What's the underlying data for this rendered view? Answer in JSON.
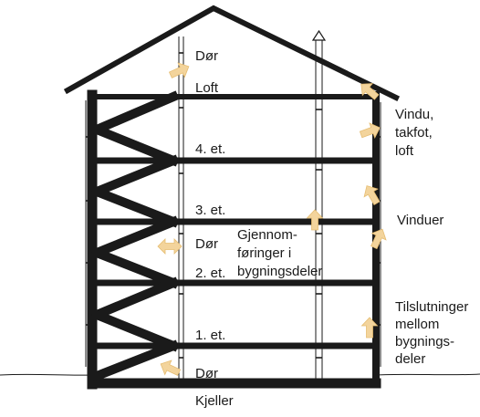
{
  "labels": {
    "dor_top": "Dør",
    "loft": "Loft",
    "fourth": "4. et.",
    "third": "3. et.",
    "dor_mid": "Dør",
    "second": "2. et.",
    "first": "1. et.",
    "dor_bottom": "Dør",
    "kjeller": "Kjeller",
    "vindu_1": "Vindu,",
    "vindu_2": "takfot,",
    "vindu_3": "loft",
    "vinduer": "Vinduer",
    "gjennom_1": "Gjennom-",
    "gjennom_2": "føringer i",
    "gjennom_3": "bygningsdeler",
    "tilslut_1": "Tilslutninger",
    "tilslut_2": "mellom",
    "tilslut_3": "bygnings-",
    "tilslut_4": "deler"
  },
  "colors": {
    "structure": "#1a1a1a",
    "arrow": "#f3d49c",
    "arrow_edge": "#e6bd72",
    "background": "#ffffff"
  }
}
